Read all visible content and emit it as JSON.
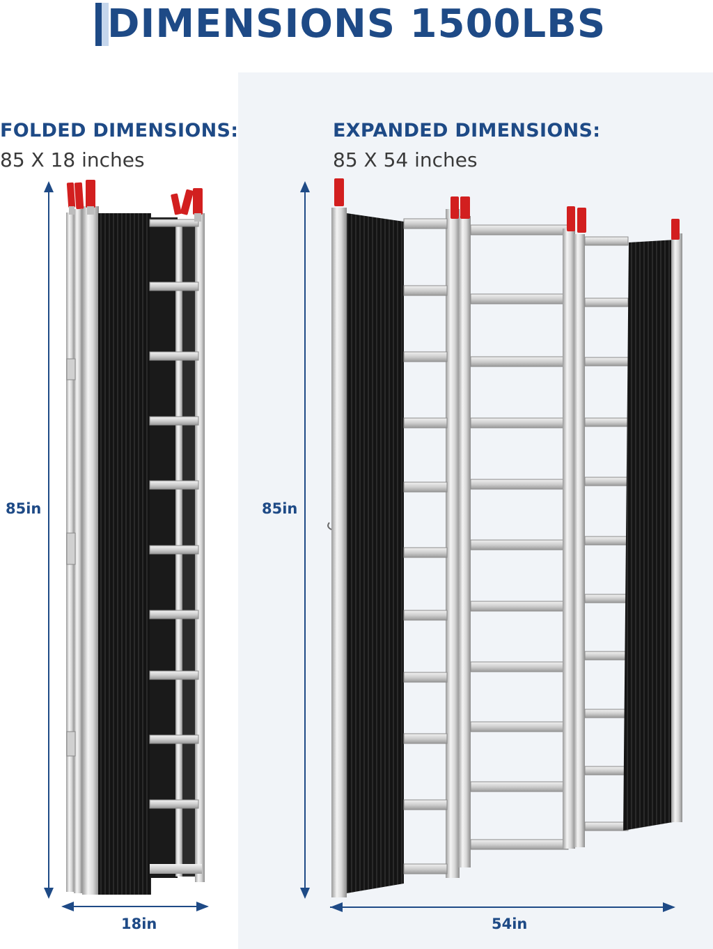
{
  "title": "DIMENSIONS 1500LBS",
  "folded": {
    "heading": "FOLDED DIMENSIONS:",
    "size": "85 X 18 inches",
    "height_label": "85in",
    "width_label": "18in"
  },
  "expanded": {
    "heading": "EXPANDED DIMENSIONS:",
    "size": "85 X 54 inches",
    "height_label": "85in",
    "width_label": "54in"
  },
  "colors": {
    "accent": "#1e4a86",
    "panel_bg": "#f1f4f8",
    "tab_red": "#d21f1f"
  }
}
